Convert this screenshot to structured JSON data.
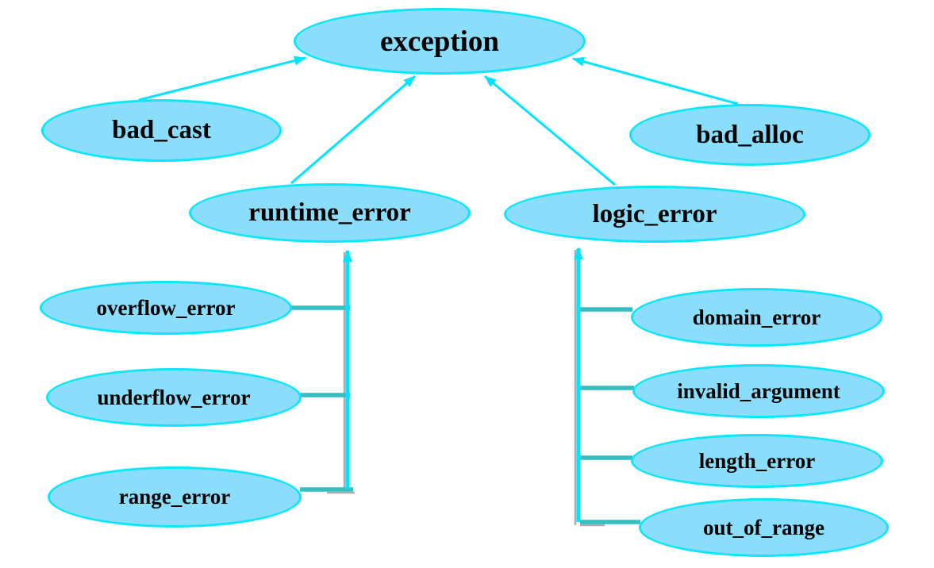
{
  "diagram": {
    "type": "class-hierarchy",
    "subject": "C++ standard exception classes",
    "nodes": [
      {
        "id": "exception",
        "label": "exception"
      },
      {
        "id": "bad_cast",
        "label": "bad_cast"
      },
      {
        "id": "bad_alloc",
        "label": "bad_alloc"
      },
      {
        "id": "runtime_error",
        "label": "runtime_error"
      },
      {
        "id": "logic_error",
        "label": "logic_error"
      },
      {
        "id": "overflow_error",
        "label": "overflow_error"
      },
      {
        "id": "underflow_error",
        "label": "underflow_error"
      },
      {
        "id": "range_error",
        "label": "range_error"
      },
      {
        "id": "domain_error",
        "label": "domain_error"
      },
      {
        "id": "invalid_argument",
        "label": "invalid_argument"
      },
      {
        "id": "length_error",
        "label": "length_error"
      },
      {
        "id": "out_of_range",
        "label": "out_of_range"
      }
    ],
    "edges": [
      {
        "from": "bad_cast",
        "to": "exception",
        "style": "straight-arrow"
      },
      {
        "from": "bad_alloc",
        "to": "exception",
        "style": "straight-arrow"
      },
      {
        "from": "runtime_error",
        "to": "exception",
        "style": "straight-arrow"
      },
      {
        "from": "logic_error",
        "to": "exception",
        "style": "straight-arrow"
      },
      {
        "from": "overflow_error",
        "to": "runtime_error",
        "style": "elbow-arrow"
      },
      {
        "from": "underflow_error",
        "to": "runtime_error",
        "style": "elbow-arrow"
      },
      {
        "from": "range_error",
        "to": "runtime_error",
        "style": "elbow-arrow"
      },
      {
        "from": "domain_error",
        "to": "logic_error",
        "style": "elbow-arrow"
      },
      {
        "from": "invalid_argument",
        "to": "logic_error",
        "style": "elbow-arrow"
      },
      {
        "from": "length_error",
        "to": "logic_error",
        "style": "elbow-arrow"
      },
      {
        "from": "out_of_range",
        "to": "logic_error",
        "style": "elbow-arrow"
      }
    ],
    "colors": {
      "node_fill": "#8ADEFB",
      "node_border": "#0BE7FA",
      "arrow": "#00E5FF",
      "elbow_connector": "#34BFC5",
      "shadow": "#ACACAC",
      "text": "#000000",
      "background": "#FFFFFF"
    }
  }
}
